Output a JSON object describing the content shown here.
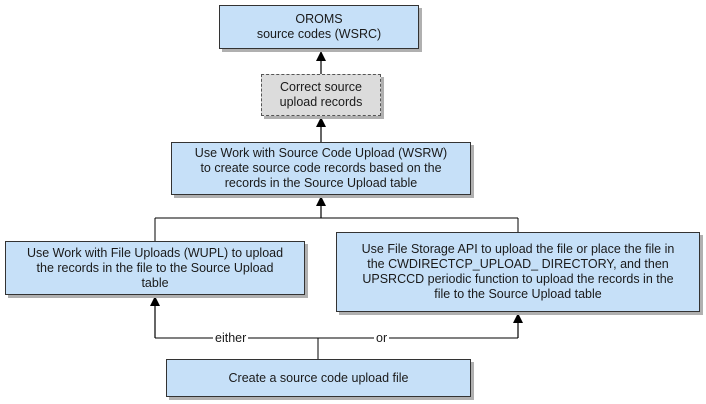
{
  "nodes": {
    "oroms": {
      "text": "OROMS\nsource codes (WSRC)"
    },
    "correct": {
      "text": "Correct source\nupload records"
    },
    "wsrw": {
      "text": "Use Work with Source Code Upload (WSRW)\nto create source code records based on the\nrecords in the Source Upload table"
    },
    "wupl": {
      "text": "Use Work with File Uploads (WUPL) to upload\nthe records in the file to the Source Upload\ntable"
    },
    "api": {
      "text": "Use File Storage API to upload the file or place the file in\nthe CWDIRECTCP_UPLOAD_ DIRECTORY, and then\nUPSRCCD periodic function to upload the records in the\nfile to the Source Upload table"
    },
    "create": {
      "text": "Create a source code upload file"
    }
  },
  "labels": {
    "either": "either",
    "or": "or"
  },
  "colors": {
    "box_fill": "#c6e0f8",
    "optional_fill": "#dcdcdc",
    "line": "#000000"
  }
}
